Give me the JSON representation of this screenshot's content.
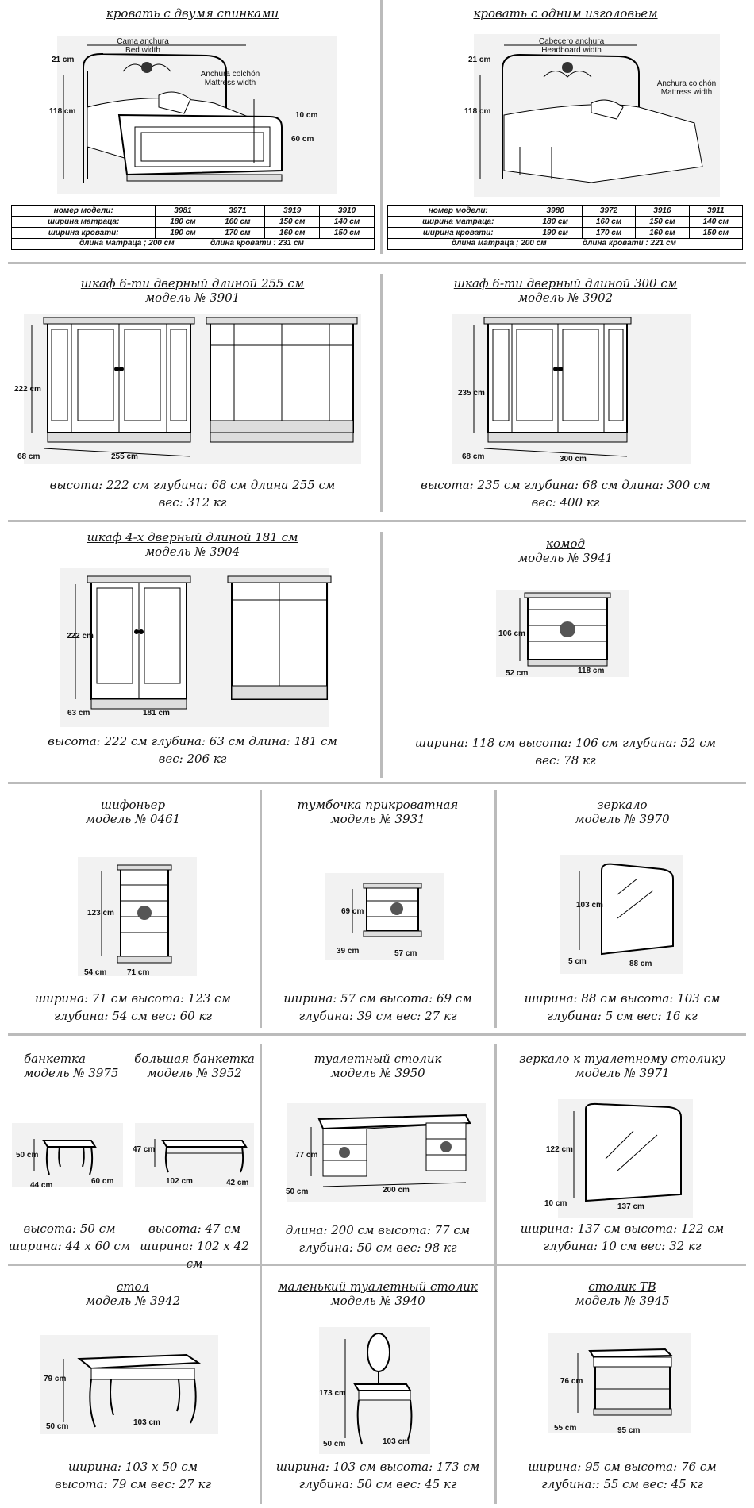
{
  "bed_two": {
    "title": "кровать с двумя спинками",
    "labels": {
      "bed_width_es": "Cama anchura",
      "bed_width_en": "Bed width",
      "mattress_es": "Anchura colchón",
      "mattress_en": "Mattress width"
    },
    "dims": {
      "top": "21 cm",
      "height": "118 cm",
      "foot": "10 cm",
      "foot_h": "60 cm"
    },
    "table": {
      "rows": [
        {
          "label": "номер модели:",
          "values": [
            "3981",
            "3971",
            "3919",
            "3910"
          ]
        },
        {
          "label": "ширина матраца:",
          "values": [
            "180 см",
            "160 см",
            "150 см",
            "140 см"
          ]
        },
        {
          "label": "ширина кровати:",
          "values": [
            "190 см",
            "170 см",
            "160 см",
            "150 см"
          ]
        }
      ],
      "mattress_length": "длина матраца ; 200 см",
      "bed_length": "длина кровати : 231 см"
    }
  },
  "bed_one": {
    "title": "кровать с одним изголовьем",
    "labels": {
      "head_es": "Cabecero anchura",
      "head_en": "Headboard width",
      "mattress_es": "Anchura colchón",
      "mattress_en": "Mattress width"
    },
    "dims": {
      "top": "21 cm",
      "height": "118 cm"
    },
    "table": {
      "rows": [
        {
          "label": "номер модели:",
          "values": [
            "3980",
            "3972",
            "3916",
            "3911"
          ]
        },
        {
          "label": "ширина матраца:",
          "values": [
            "180 см",
            "160 см",
            "150 см",
            "140 см"
          ]
        },
        {
          "label": "ширина кровати:",
          "values": [
            "190 см",
            "170 см",
            "160 см",
            "150 см"
          ]
        }
      ],
      "mattress_length": "длина матраца ; 200 см",
      "bed_length": "длина кровати : 221 см"
    }
  },
  "wardrobe_255": {
    "title": "шкаф 6-ти дверный длиной 255 см",
    "model": "модель № 3901",
    "dims": {
      "h": "222 cm",
      "d": "68 cm",
      "w": "255 cm"
    },
    "line1": "высота: 222 см   глубина: 68 см   длина 255 см",
    "line2": "вес: 312 кг"
  },
  "wardrobe_300": {
    "title": "шкаф 6-ти дверный длиной 300 см",
    "model": "модель № 3902",
    "dims": {
      "h": "235 cm",
      "d": "68 cm",
      "w": "300 cm"
    },
    "line1": "высота: 235 см   глубина: 68 см   длина: 300 см",
    "line2": "вес: 400 кг"
  },
  "wardrobe_181": {
    "title": "шкаф 4-х дверный длиной 181 см",
    "model": "модель № 3904",
    "dims": {
      "h": "222 cm",
      "d": "63 cm",
      "w": "181 cm"
    },
    "line1": "высота: 222 см   глубина: 63 см   длина: 181 см",
    "line2": "вес: 206 кг"
  },
  "chest": {
    "title": "комод",
    "model": "модель № 3941",
    "dims": {
      "h": "106 cm",
      "d": "52 cm",
      "w": "118 cm"
    },
    "line1": "ширина: 118 см   высота: 106 см   глубина: 52 см",
    "line2": "вес: 78 кг"
  },
  "chiffonier": {
    "title": "шифоньер",
    "model": "модель № 0461",
    "dims": {
      "h": "123 cm",
      "d": "54 cm",
      "w": "71 cm"
    },
    "line1": "ширина: 71 см   высота: 123 см",
    "line2": "глубина: 54 см   вес: 60 кг"
  },
  "nightstand": {
    "title": "тумбочка прикроватная",
    "model": "модель № 3931",
    "dims": {
      "h": "69 cm",
      "d": "39 cm",
      "w": "57 cm"
    },
    "line1": "ширина: 57 см   высота: 69 см",
    "line2": "глубина: 39 см   вес: 27 кг"
  },
  "mirror": {
    "title": "зеркало",
    "model": "модель № 3970",
    "dims": {
      "h": "103 cm",
      "d": "5 cm",
      "w": "88 cm"
    },
    "line1": "ширина: 88 см   высота: 103 см",
    "line2": "глубина: 5 см   вес: 16 кг"
  },
  "bench_small": {
    "title": "банкетка",
    "model": "модель № 3975",
    "dims": {
      "h": "50 cm",
      "w": "44 cm",
      "d": "60 cm"
    },
    "line1": "высота: 50 см",
    "line2": "ширина: 44 х 60 см"
  },
  "bench_big": {
    "title": "большая банкетка",
    "model": "модель № 3952",
    "dims": {
      "h": "47 cm",
      "w": "102 cm",
      "d": "42 cm"
    },
    "line1": "высота: 47 см",
    "line2": "ширина: 102 х 42 см"
  },
  "dressing_table": {
    "title": "туалетный столик",
    "model": "модель № 3950",
    "dims": {
      "h": "77 cm",
      "d": "50 cm",
      "w": "200 cm"
    },
    "line1": "длина: 200 см   высота: 77 см",
    "line2": "глубина: 50 см   вес: 98 кг"
  },
  "dressing_mirror": {
    "title": "зеркало к туалетному столику",
    "model": "модель № 3971",
    "dims": {
      "h": "122 cm",
      "d": "10 cm",
      "w": "137 cm"
    },
    "line1": "ширина: 137 см   высота: 122 см",
    "line2": "глубина: 10 см   вес: 32 кг"
  },
  "desk": {
    "title": "стол",
    "model": "модель № 3942",
    "dims": {
      "h": "79 cm",
      "d": "50 cm",
      "w": "103 cm"
    },
    "line1": "ширина: 103 х 50 см",
    "line2": "высота: 79 см   вес: 27 кг"
  },
  "small_dressing": {
    "title": "маленький туалетный столик",
    "model": "модель № 3940",
    "dims": {
      "h": "173 cm",
      "d": "50 cm",
      "w": "103 cm"
    },
    "line1": "ширина: 103 см   высота: 173 см",
    "line2": "глубина: 50 см   вес: 45 кг"
  },
  "tv_table": {
    "title": "столик ТВ",
    "model": "модель № 3945",
    "dims": {
      "h": "76 cm",
      "d": "55 cm",
      "w": "95 cm"
    },
    "line1": "ширина: 95 см   высота: 76 см",
    "line2": "глубина:: 55 см   вес: 45 кг"
  }
}
